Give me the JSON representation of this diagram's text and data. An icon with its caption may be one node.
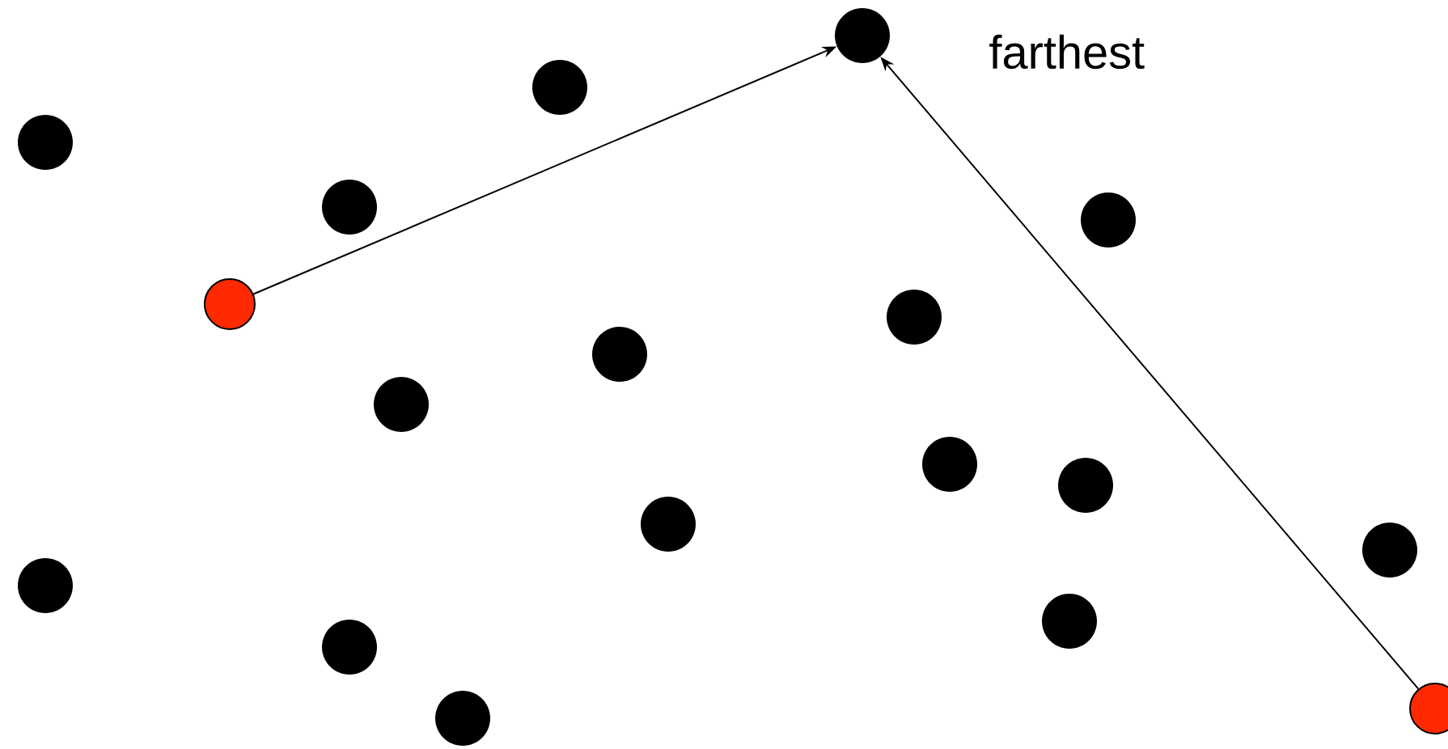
{
  "diagram": {
    "nodes": [
      {
        "text": [],
        "shape": "circle"
      },
      {
        "text": [],
        "shape": "circle"
      },
      {
        "text": [],
        "shape": "circle"
      },
      {
        "text": [],
        "shape": "circle"
      },
      {
        "text": [],
        "shape": "circle"
      },
      {
        "text": [],
        "shape": "circle"
      },
      {
        "text": [],
        "shape": "circle"
      },
      {
        "text": [],
        "shape": "circle"
      },
      {
        "text": [],
        "shape": "circle"
      },
      {
        "text": [],
        "shape": "circle"
      },
      {
        "text": [],
        "shape": "circle",
        "beside": [
          "farthest"
        ]
      },
      {
        "text": [],
        "shape": "circle"
      },
      {
        "text": [],
        "shape": "circle"
      },
      {
        "text": [],
        "shape": "circle"
      },
      {
        "text": [],
        "shape": "circle"
      },
      {
        "text": [],
        "shape": "circle"
      },
      {
        "text": [],
        "shape": "circle"
      },
      {
        "text": [],
        "shape": "circle"
      }
    ],
    "edges": [
      {
        "from": 2,
        "to": 10,
        "arrow": "to"
      },
      {
        "from": 17,
        "to": 10,
        "arrow": "to"
      }
    ]
  }
}
